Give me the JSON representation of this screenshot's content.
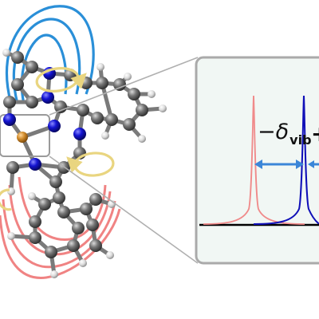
{
  "figure": {
    "atoms": {
      "carbon_color": "#6e6e6e",
      "nitrogen_color": "#1414d2",
      "hydrogen_color": "#e8e8e8",
      "metal_color": "#d08a2a",
      "bond_color": "#7a7a7a"
    },
    "loops": {
      "upper_color": "#2a8fd8",
      "lower_color": "#ee6e6e"
    },
    "rotation_arrow_color": "#e9d580",
    "highlight_box_color": "#9a9a9a"
  },
  "spectrum": {
    "background": "#f1f7f4",
    "frame_color": "#aaaaaa",
    "peaks": [
      {
        "name": "red-peak",
        "color": "#f08a8a"
      },
      {
        "name": "blue-peak",
        "color": "#1010b8"
      }
    ],
    "arrow_color": "#3b86d8",
    "labels": {
      "minus_sign": "−",
      "delta": "δ",
      "subscript": "vib",
      "plus_sign": "+"
    }
  }
}
